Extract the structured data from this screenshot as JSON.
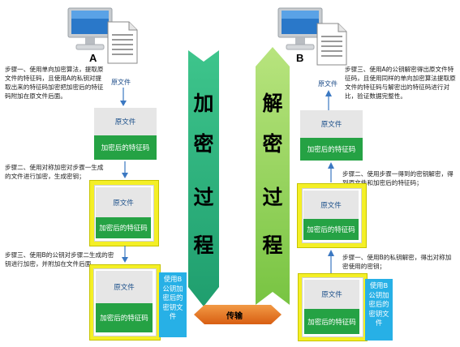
{
  "left": {
    "label": "A",
    "doc_label": "原文件",
    "step1": "步骤一、使用单向加密算法，提取原文件的特征码，且使用A的私钥对提取出来的特征码加密把加密后的特征码附加在原文件后面。",
    "step2": "步骤二、使用对称加密对步骤一生成的文件进行加密，生成密钥；",
    "step3": "步骤三、使用B的公钥对步骤二生成的密钥进行加密，并附加在文件后面。",
    "original": "原文件",
    "encrypted_hash": "加密后的特征码",
    "key_box": "使用B公钥加密后的密钥文件"
  },
  "right": {
    "label": "B",
    "doc_label": "原文件",
    "step1": "步骤一、使用B的私钥解密，得出对称加密使用的密钥；",
    "step2": "步骤二、使用步骤一得到的密钥解密，得到原文件和加密后的特征码；",
    "step3": "步骤三、使用A的公钥解密得出原文件特征码，且使用同样的单向加密算法提取原文件的特征码与解密出的特征码进行对比，验证数据完整性。",
    "original": "原文件",
    "encrypted_hash": "加密后的特征码",
    "key_box": "使用B公钥加密后的密钥文件"
  },
  "encrypt_arrow": [
    "加",
    "密",
    "过",
    "程"
  ],
  "decrypt_arrow": [
    "解",
    "密",
    "过",
    "程"
  ],
  "transmit": "传输",
  "colors": {
    "green": "#25a244",
    "arrow_green_dark": "#27a876",
    "arrow_green_light": "#8fd155",
    "yellow": "#f4ef26",
    "blue": "#27b0e6",
    "orange": "#e76f1a"
  }
}
